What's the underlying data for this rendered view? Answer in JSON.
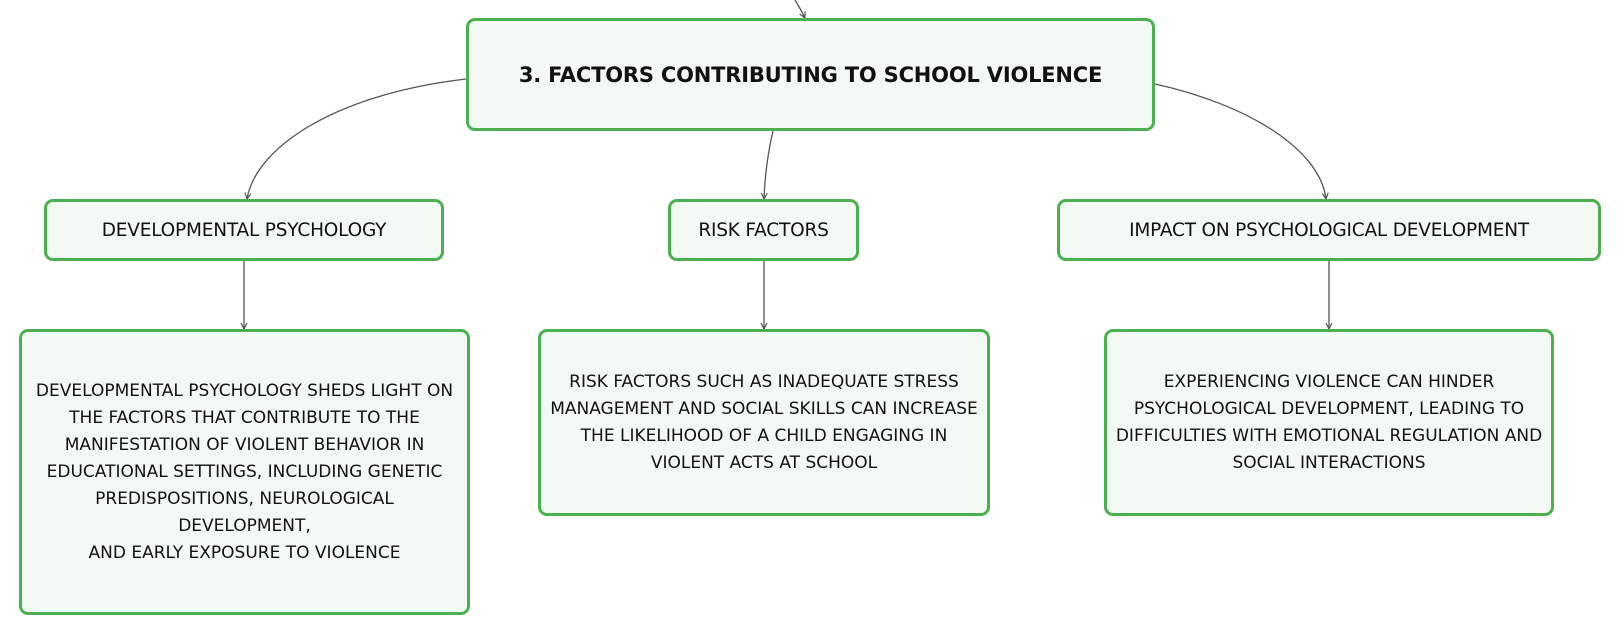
{
  "root": {
    "label": "3. FACTORS CONTRIBUTING TO SCHOOL VIOLENCE"
  },
  "branches": [
    {
      "label": "DEVELOPMENTAL PSYCHOLOGY",
      "detail_lines": [
        "DEVELOPMENTAL PSYCHOLOGY SHEDS LIGHT ON",
        "THE FACTORS THAT CONTRIBUTE TO THE",
        "MANIFESTATION OF VIOLENT BEHAVIOR IN",
        "EDUCATIONAL SETTINGS, INCLUDING GENETIC",
        "PREDISPOSITIONS, NEUROLOGICAL DEVELOPMENT,",
        "AND EARLY EXPOSURE TO VIOLENCE"
      ]
    },
    {
      "label": "RISK FACTORS",
      "detail_lines": [
        "RISK FACTORS SUCH AS INADEQUATE STRESS",
        "MANAGEMENT AND SOCIAL SKILLS CAN INCREASE",
        "THE LIKELIHOOD OF A CHILD ENGAGING IN",
        "VIOLENT ACTS AT SCHOOL"
      ]
    },
    {
      "label": "IMPACT ON PSYCHOLOGICAL DEVELOPMENT",
      "detail_lines": [
        "EXPERIENCING VIOLENCE CAN HINDER",
        "PSYCHOLOGICAL DEVELOPMENT, LEADING TO",
        "DIFFICULTIES WITH EMOTIONAL REGULATION AND",
        "SOCIAL INTERACTIONS"
      ]
    }
  ],
  "colors": {
    "node_border": "#4caf50",
    "node_fill": "#f3faf4",
    "connector": "#555555",
    "text": "#111111"
  }
}
